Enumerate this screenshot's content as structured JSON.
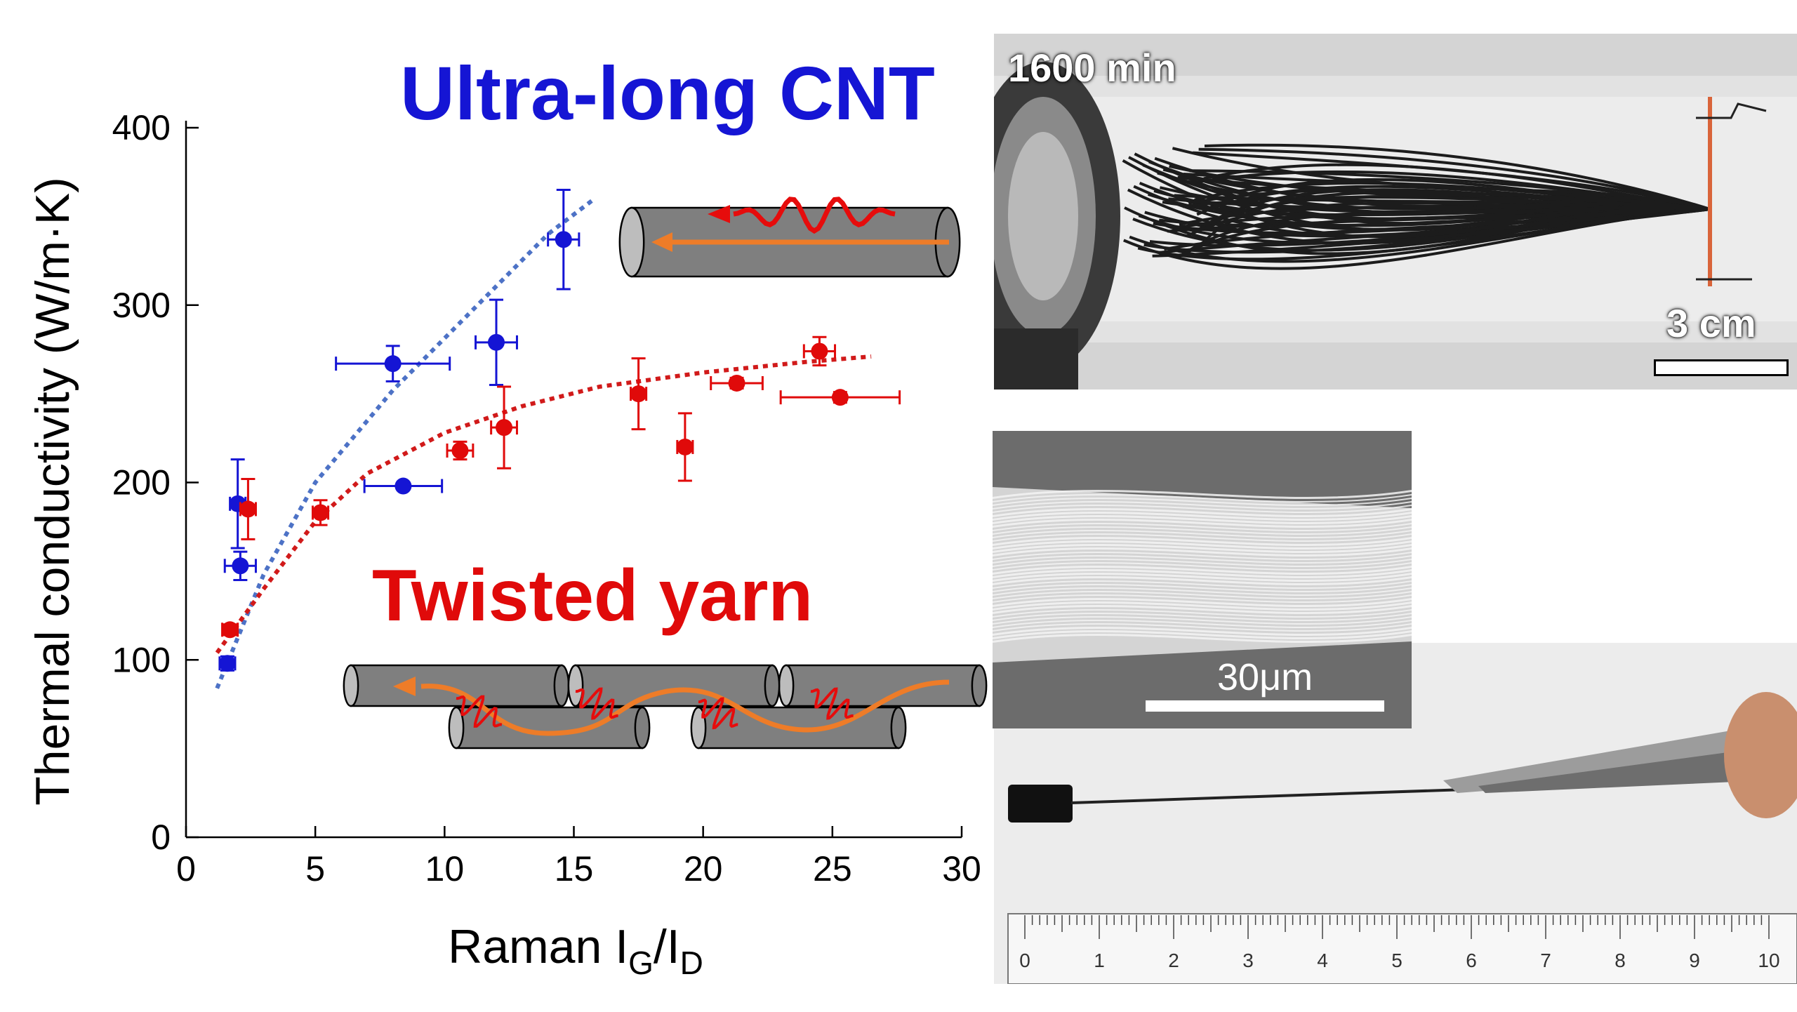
{
  "chart_data": {
    "type": "scatter",
    "xlabel_main": "Raman I",
    "xlabel_sub1": "G",
    "xlabel_sep": "/I",
    "xlabel_sub2": "D",
    "ylabel": "Thermal conductivity (W/m·K)",
    "xlim": [
      0,
      30
    ],
    "ylim": [
      0,
      400
    ],
    "xticks": [
      "0",
      "5",
      "10",
      "15",
      "20",
      "25",
      "30"
    ],
    "yticks": [
      "0",
      "100",
      "200",
      "300",
      "400"
    ],
    "series": [
      {
        "name": "Ultra-long CNT",
        "color": "#1515d4",
        "points": [
          {
            "x": 1.6,
            "y": 98,
            "xerr": 0.3,
            "yerr": 4
          },
          {
            "x": 2.0,
            "y": 188,
            "xerr": 0.3,
            "yerr": 25
          },
          {
            "x": 2.1,
            "y": 153,
            "xerr": 0.6,
            "yerr": 8
          },
          {
            "x": 8.0,
            "y": 267,
            "xerr": 2.2,
            "yerr": 10
          },
          {
            "x": 8.4,
            "y": 198,
            "xerr": 1.5,
            "yerr": 2
          },
          {
            "x": 12.0,
            "y": 279,
            "xerr": 0.8,
            "yerr": 24
          },
          {
            "x": 14.6,
            "y": 337,
            "xerr": 0.6,
            "yerr": 28
          }
        ],
        "fit": [
          [
            1.2,
            84
          ],
          [
            3,
            148
          ],
          [
            5,
            200
          ],
          [
            8,
            252
          ],
          [
            11,
            296
          ],
          [
            14,
            340
          ],
          [
            15.8,
            360
          ]
        ]
      },
      {
        "name": "Twisted yarn",
        "color": "#e00a0a",
        "points": [
          {
            "x": 1.7,
            "y": 117,
            "xerr": 0.3,
            "yerr": 3
          },
          {
            "x": 2.4,
            "y": 185,
            "xerr": 0.3,
            "yerr": 17
          },
          {
            "x": 5.2,
            "y": 183,
            "xerr": 0.3,
            "yerr": 7
          },
          {
            "x": 10.6,
            "y": 218,
            "xerr": 0.5,
            "yerr": 5
          },
          {
            "x": 12.3,
            "y": 231,
            "xerr": 0.5,
            "yerr": 23
          },
          {
            "x": 17.5,
            "y": 250,
            "xerr": 0.3,
            "yerr": 20
          },
          {
            "x": 19.3,
            "y": 220,
            "xerr": 0.3,
            "yerr": 19
          },
          {
            "x": 21.3,
            "y": 256,
            "xerr": 1.0,
            "yerr": 3
          },
          {
            "x": 24.5,
            "y": 274,
            "xerr": 0.6,
            "yerr": 8
          },
          {
            "x": 25.3,
            "y": 248,
            "xerr": 2.3,
            "yerr": 3
          }
        ],
        "fit": [
          [
            1.2,
            104
          ],
          [
            3,
            140
          ],
          [
            5,
            178
          ],
          [
            7,
            205
          ],
          [
            10,
            228
          ],
          [
            13,
            243
          ],
          [
            16,
            254
          ],
          [
            20,
            262
          ],
          [
            24,
            268
          ],
          [
            26.5,
            271
          ]
        ]
      }
    ],
    "annotations": {
      "ultralong": "Ultra-long CNT",
      "twisted": "Twisted yarn"
    }
  },
  "photos": {
    "top_time": "1600 min",
    "top_scale": "3 cm",
    "sem_scale": "30μm",
    "ruler_labels": [
      "0",
      "1",
      "2",
      "3",
      "4",
      "5",
      "6",
      "7",
      "8",
      "9",
      "10"
    ]
  }
}
